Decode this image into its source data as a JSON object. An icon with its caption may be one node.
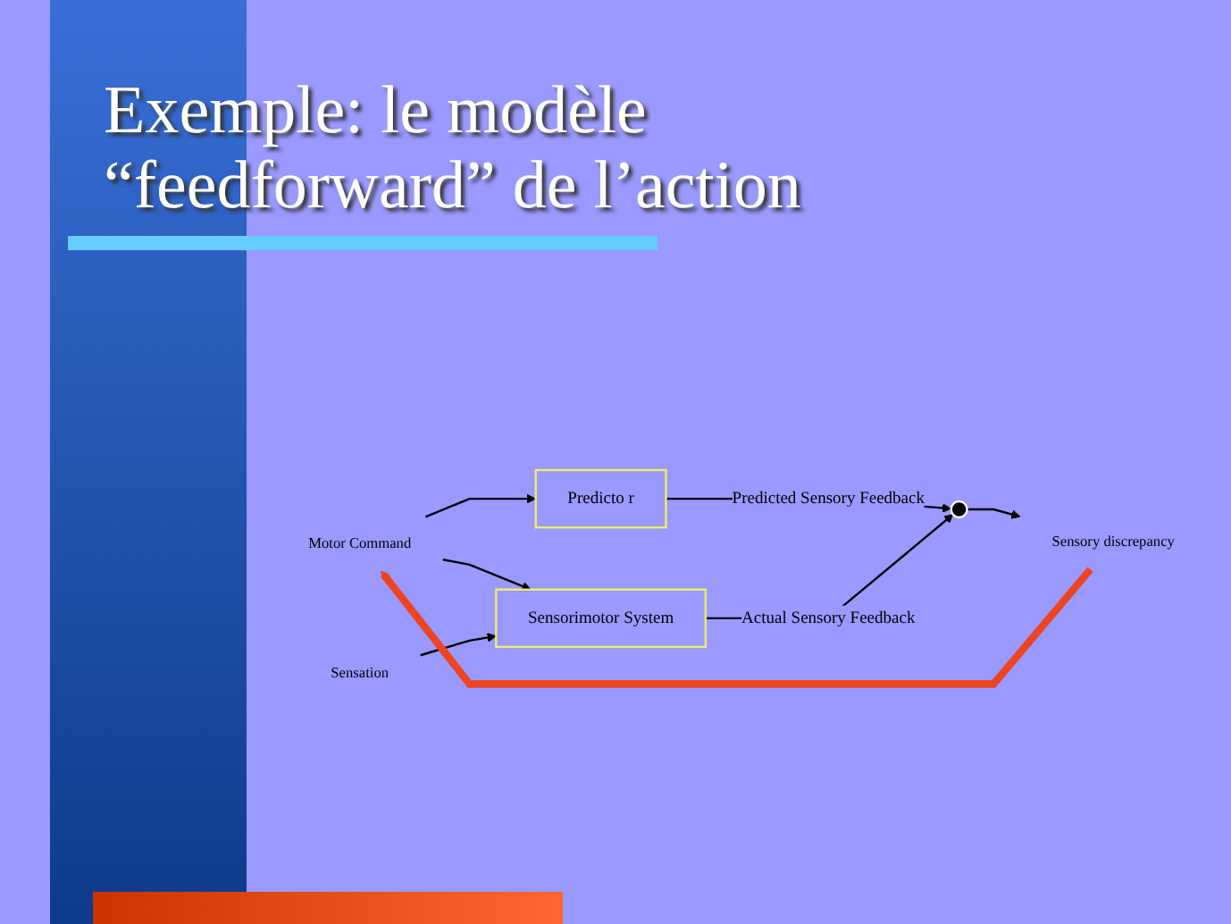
{
  "diagram": {
    "title": "Exemple: le modèle “feedforward” de l’action",
    "nodes": [
      {
        "text": [
          "Motor Command"
        ]
      },
      {
        "text": [
          "Predicto r"
        ]
      },
      {
        "text": [
          "Sensorimotor System"
        ]
      },
      {
        "text": [],
        "shape": "circle"
      },
      {
        "text": [
          "Sensory discrepancy"
        ]
      },
      {
        "text": [
          "Sensation"
        ]
      }
    ],
    "edges": [
      {
        "from": 0,
        "to": 1,
        "arrow": "to"
      },
      {
        "from": 0,
        "to": 2,
        "arrow": "to"
      },
      {
        "from": 1,
        "to": 3,
        "arrow": "to",
        "label": "Predicted Sensory Feedback"
      },
      {
        "from": 2,
        "to": 3,
        "arrow": "to",
        "label": "Actual Sensory Feedback"
      },
      {
        "from": 3,
        "to": 4,
        "arrow": "to"
      },
      {
        "from": 5,
        "to": 2,
        "arrow": "to"
      },
      {
        "from": 4,
        "to": 0,
        "arrow": "to",
        "style": "thick",
        "color": "#ee4422"
      }
    ]
  }
}
